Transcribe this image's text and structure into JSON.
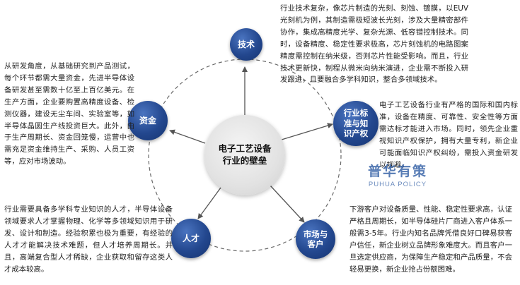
{
  "center": {
    "label": "电子工艺设备行业的壁垒"
  },
  "nodes": {
    "tech": {
      "label": "技术"
    },
    "standards": {
      "label": "行业标\n准与知\n识产权"
    },
    "market": {
      "label": "市场与\n客户"
    },
    "talent": {
      "label": "人才"
    },
    "capital": {
      "label": "资金"
    }
  },
  "descriptions": {
    "tech": "行业技术复杂，像芯片制造的光刻、刻蚀、镀膜，以EUV光刻机为例，其制造需极短波长光刻，涉及大量精密部件协作，集成高精度光学、复杂光源、低容错控制技术。同时，设备精度、稳定性要求极高，芯片刻蚀机的电路图案精度需控制在纳米级，否则芯片性能受影响。而且，行业技术更新快，制程从微米向纳米演进，企业需不断投入研发跟进，且要融合多学科知识，整合多领域技术。",
    "standards": "电子工艺设备行业有严格的国际和国内标准，设备在精度、可靠性、安全性等方面需达标才能进入市场。同时，领先企业重视知识产权保护，拥有大量专利，新企业可能面临知识产权纠纷，需投入资金研发以规避。",
    "market": "下游客户对设备质量、性能、稳定性要求高，认证严格且周期长，如半导体硅片厂商进入客户体系一般需3-5年。行业内知名品牌凭借良好口碑易获客户信任，新企业树立品牌形象难度大。而且客户一旦选定供应商，为保障生产稳定和产品质量，不会轻易更换，新企业抢占份额困难。",
    "talent": "行业需要具备多学科专业知识的人才，半导体设备领域要求人才掌握物理、化学等多领域知识用于研发、设计和制造。经验积累也极为重要，有经验的人才才能解决技术难题，但人才培养周期长。并且，高端复合型人才稀缺，企业获取和留存这类人才成本较高。",
    "capital": "从研发角度，从基础研究到产品测试，每个环节都需大量资金，先进半导体设备研发甚至需数十亿至上百亿美元。在生产方面，企业要购置高精度设备、检测仪器，建设无尘车间、实验室等，如半导体晶圆生产线投资巨大。此外，由于生产周期长、资金回笼慢，运营中也需充足资金维持生产、采购、人员工资等，应对市场波动。"
  },
  "logo": {
    "cn": "普华有策",
    "en": "PUHUA POLICY"
  },
  "colors": {
    "node": "#23478e",
    "arrow": "#555555",
    "ring": "#666666",
    "center": "#e4e4e4"
  }
}
